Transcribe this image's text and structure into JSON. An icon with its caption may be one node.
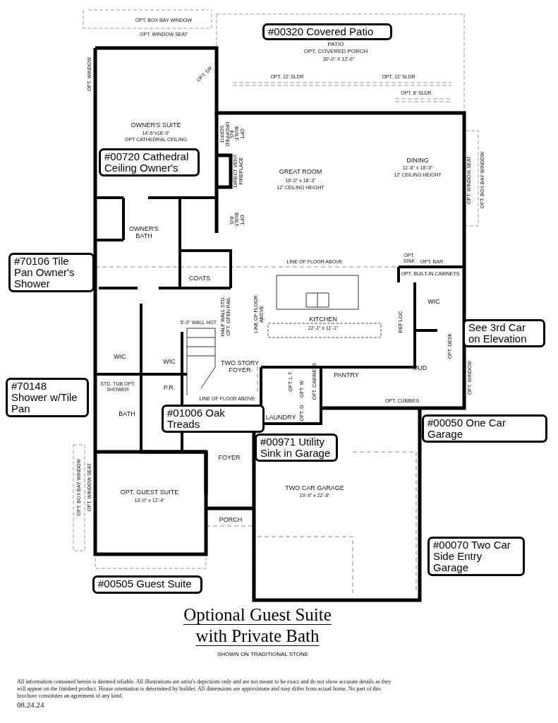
{
  "diagram": {
    "title": "Optional Guest Suite with Private Bath",
    "caption": "SHOWN ON TRADITIONAL STONE",
    "nodes": [
      {
        "text": [
          "#00320 Covered Patio"
        ]
      },
      {
        "text": [
          "#00720 Cathedral Ceiling Owner's"
        ]
      },
      {
        "text": [
          "#70106 Tile Pan Owner's Shower"
        ]
      },
      {
        "text": [
          "See 3rd Car on Elevation"
        ]
      },
      {
        "text": [
          "#70148 Shower w/Tile Pan"
        ]
      },
      {
        "text": [
          "#01006 Oak Treads"
        ]
      },
      {
        "text": [
          "#00050 One Car Garage"
        ]
      },
      {
        "text": [
          "#00971 Utility Sink in Garage"
        ]
      },
      {
        "text": [
          "#00070 Two Car Side Entry Garage"
        ]
      },
      {
        "text": [
          "#00505 Guest Suite"
        ]
      }
    ],
    "labels": [
      "OPT. BOX BAY WINDOW",
      "OPT. WINDOW SEAT",
      "PATIO",
      "OPT. COVERED PORCH",
      "30'-0\" X 12'-0\"",
      "OPT. WINDOW",
      "OPT. DR",
      "OPT. 12' SLDR",
      "OPT. 12' SLDR",
      "OPT. 8' SLDR",
      "OWNER'S SUITE",
      "14'-5\"x18'-0\"",
      "OPT CATHEDRAL CEILING",
      "DROPPED SOFFIT",
      "OPT. BUILT-INS",
      "DIRECT VENT FIREPLACE",
      "GREAT ROOM",
      "16'-0\" x 18'-3\"",
      "12' CEILING HEIGHT",
      "DINING",
      "11'-8\" x 18'-3\"",
      "12' CEILING HEIGHT",
      "OPT. WINDOW SEAT",
      "OPT. BOX BAY WINDOW",
      "OWNER'S BATH",
      "OPT. BUILT-INS",
      "LINE OF FLOOR ABOVE",
      "OPT. SINK",
      "OPT. BAR",
      "OPT. BUILT-IN CABINETS",
      "COATS",
      "5'-0\" WALL HGT.",
      "HALF WALL STD. OPT. OPEN RAIL",
      "LINE OF FLOOR ABOVE",
      "KITCHEN",
      "22'-1\" x 11'-1\"",
      "REF LOC.",
      "WIC",
      "OPT. DESK",
      "WIC",
      "WIC",
      "TWO STORY FOYER",
      "OPT. L.T.",
      "OPT. CABINETS",
      "OPT. W",
      "OPT. D",
      "PANTRY",
      "MUD",
      "OPT. WINDOW",
      "STD. TUB OPT. SHOWER",
      "P.R.",
      "LINE OF FLOOR ABOVE",
      "LAUNDRY",
      "OPT. CUBBIES",
      "BATH",
      "FOYER",
      "OPT. BOX BAY WINDOW",
      "OPT. WINDOW SEAT",
      "OPT. GUEST SUITE",
      "13'-0\" x 12'-4\"",
      "PORCH",
      "TWO CAR GARAGE",
      "19'-9\" x 22'-8\"",
      "All information contained herein is deemed reliable.  All illustrations are artist's depictions only and are not meant to be exact and do not show accurate details as they will appear on the finished product.  House orientation is determined by builder. All dimensions are approximate and may differ from actual home. No part of this brochure constitutes an agreement of any kind.",
      "08.24.24"
    ]
  }
}
